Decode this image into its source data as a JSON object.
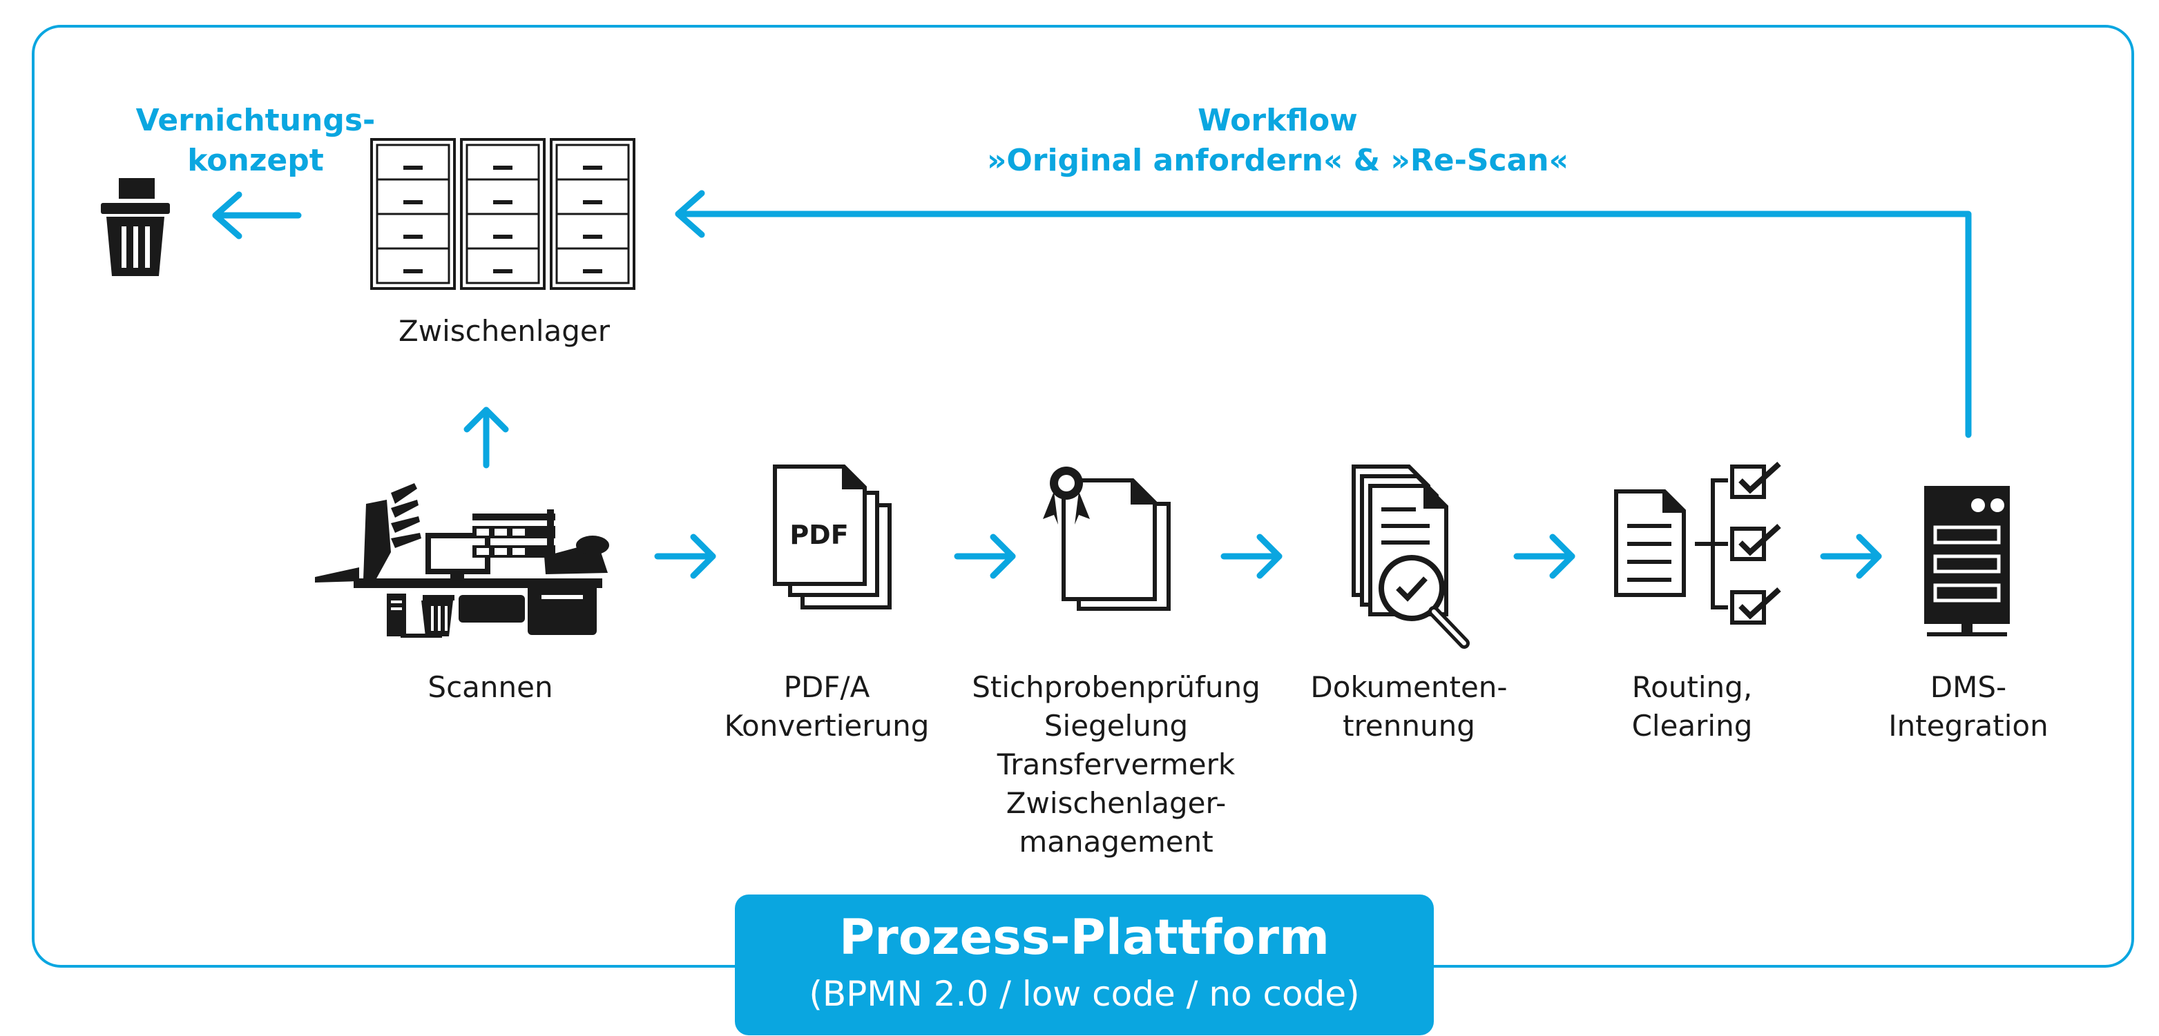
{
  "colors": {
    "accent": "#0aa6e0",
    "icon": "#1a1a1a",
    "text": "#1a1a1a"
  },
  "top_left": {
    "destruction_lines": [
      "Vernichtungs-",
      "konzept"
    ],
    "storage_label": "Zwischenlager"
  },
  "workflow": {
    "lines": [
      "Workflow",
      "»Original anfordern« & »Re-Scan«"
    ]
  },
  "steps": [
    {
      "icon": "scanning-workstation-icon",
      "lines": [
        "Scannen"
      ]
    },
    {
      "icon": "pdf-documents-icon",
      "pdf_text": "PDF",
      "lines": [
        "PDF/A",
        "Konvertierung"
      ]
    },
    {
      "icon": "sealed-document-icon",
      "lines": [
        "Stichprobenprüfung",
        "Siegelung",
        "Transfervermerk",
        "Zwischenlager-",
        "management"
      ]
    },
    {
      "icon": "document-inspection-icon",
      "lines": [
        "Dokumenten-",
        "trennung"
      ]
    },
    {
      "icon": "routing-checklist-icon",
      "lines": [
        "Routing,",
        "Clearing"
      ]
    },
    {
      "icon": "server-icon",
      "lines": [
        "DMS-",
        "Integration"
      ]
    }
  ],
  "platform": {
    "title": "Prozess-Plattform",
    "subtitle": "(BPMN 2.0 / low code / no code)"
  }
}
